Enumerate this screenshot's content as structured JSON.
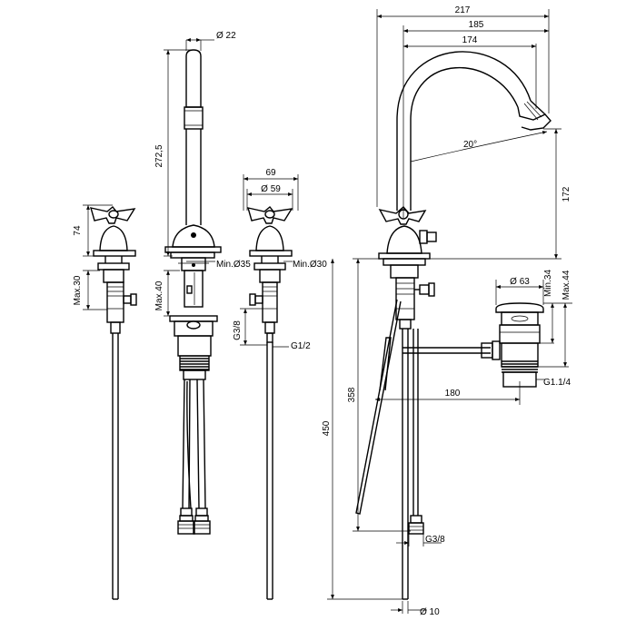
{
  "dimensions": {
    "d22": "Ø 22",
    "h272": "272,5",
    "w69": "69",
    "d59": "Ø 59",
    "h74": "74",
    "max30": "Max.30",
    "max40": "Max.40",
    "min35": "Min.Ø35",
    "min30": "Min.Ø30",
    "g38a": "G3/8",
    "g12": "G1/2",
    "w217": "217",
    "w185": "185",
    "w174": "174",
    "angle": "20°",
    "h172": "172",
    "d63": "Ø 63",
    "min34": "Min.34",
    "max44": "Max.44",
    "h358": "358",
    "w180": "180",
    "g114": "G1.1/4",
    "h450": "450",
    "g38b": "G3/8",
    "d10": "Ø 10"
  }
}
